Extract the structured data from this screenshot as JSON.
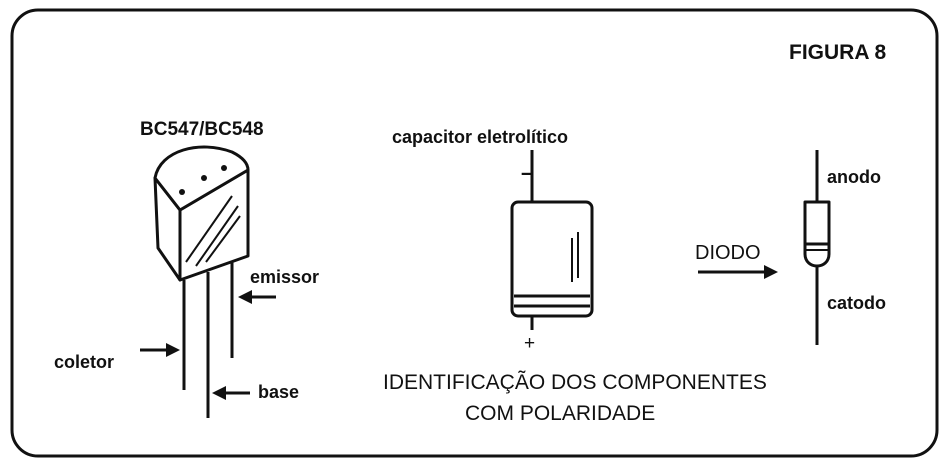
{
  "figure": {
    "title": "FIGURA 8"
  },
  "transistor": {
    "model": "BC547/BC548",
    "pins": {
      "collector": "coletor",
      "base": "base",
      "emitter": "emissor"
    }
  },
  "capacitor": {
    "label": "capacitor eletrolítico",
    "negative": "–",
    "positive": "+"
  },
  "diode": {
    "label": "DIODO",
    "anode": "anodo",
    "cathode": "catodo"
  },
  "caption": {
    "line1": "IDENTIFICAÇÃO DOS COMPONENTES",
    "line2": "COM POLARIDADE"
  }
}
